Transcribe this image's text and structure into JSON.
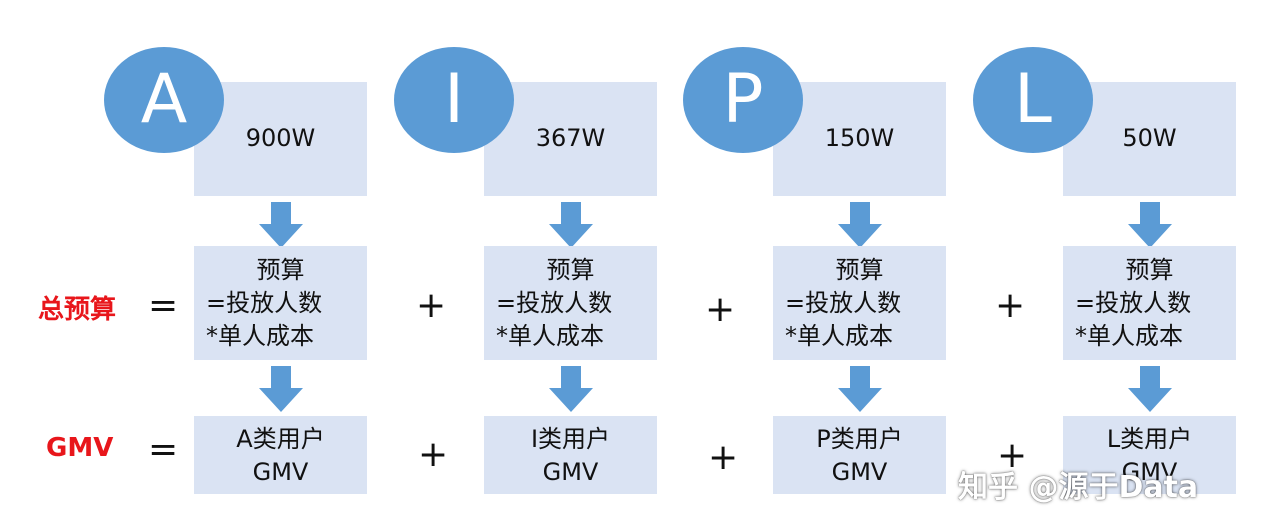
{
  "labels": {
    "budget_total": "总预算",
    "gmv": "GMV"
  },
  "operators": {
    "equals": "=",
    "plus": "+"
  },
  "columns": [
    {
      "letter": "A",
      "value": "900W",
      "budget": [
        "预算",
        "=投放人数",
        "*单人成本"
      ],
      "gmv": [
        "A类用户",
        "GMV"
      ]
    },
    {
      "letter": "I",
      "value": "367W",
      "budget": [
        "预算",
        "=投放人数",
        "*单人成本"
      ],
      "gmv": [
        "I类用户",
        "GMV"
      ]
    },
    {
      "letter": "P",
      "value": "150W",
      "budget": [
        "预算",
        "=投放人数",
        "*单人成本"
      ],
      "gmv": [
        "P类用户",
        "GMV"
      ]
    },
    {
      "letter": "L",
      "value": "50W",
      "budget": [
        "预算",
        "=投放人数",
        "*单人成本"
      ],
      "gmv": [
        "L类用户",
        "GMV"
      ]
    }
  ],
  "watermark": "知乎 @源于Data",
  "colors": {
    "circle": "#5b9bd5",
    "box": "#dae3f3",
    "label": "#e8161b",
    "arrow": "#5b9bd5"
  }
}
